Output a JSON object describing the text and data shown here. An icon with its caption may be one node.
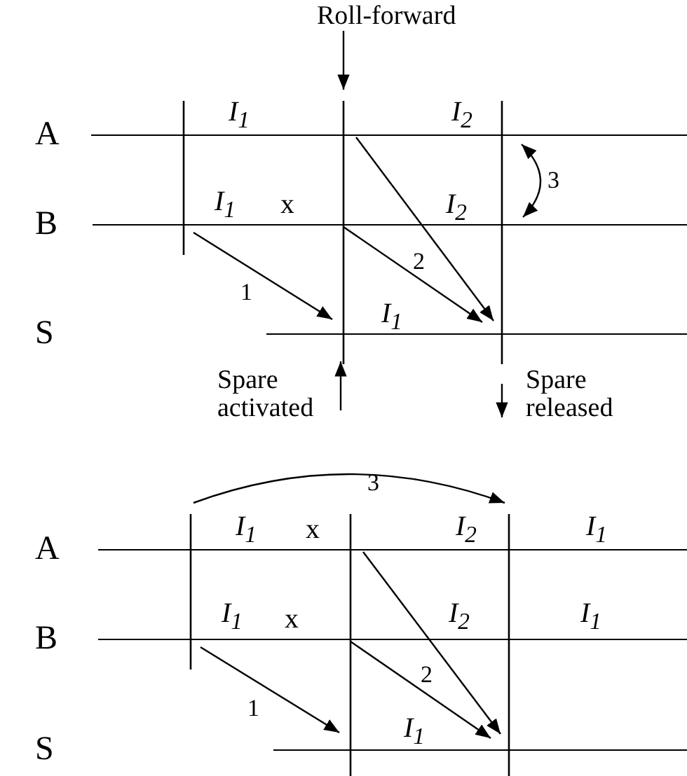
{
  "diagram": {
    "nodes": [
      {
        "text": [
          "Roll-forward"
        ]
      },
      {
        "text": [
          "A"
        ]
      },
      {
        "text": [
          "B"
        ]
      },
      {
        "text": [
          "S"
        ]
      },
      {
        "text": [
          "Spare activated"
        ]
      },
      {
        "text": [
          "Spare released"
        ]
      },
      {
        "text": [
          "A"
        ]
      },
      {
        "text": [
          "B"
        ]
      },
      {
        "text": [
          "S"
        ]
      }
    ],
    "edges": [
      {
        "from": 0,
        "to": 1,
        "arrow": "to"
      },
      {
        "from": 2,
        "to": 3,
        "label": "1",
        "arrow": "to"
      },
      {
        "from": 2,
        "to": 3,
        "label": "2",
        "arrow": "to"
      },
      {
        "from": 1,
        "to": 3,
        "arrow": "to"
      },
      {
        "from": 1,
        "to": 2,
        "label": "3",
        "arrow": "both"
      },
      {
        "from": 4,
        "to": 3,
        "arrow": "to"
      },
      {
        "from": null,
        "to": 5,
        "arrow": "to"
      },
      {
        "from": 6,
        "to": 6,
        "label": "3",
        "arrow": "to"
      },
      {
        "from": 7,
        "to": 8,
        "label": "1",
        "arrow": "to"
      },
      {
        "from": 7,
        "to": 8,
        "label": "2",
        "arrow": "to"
      },
      {
        "from": 6,
        "to": 8,
        "arrow": "to"
      }
    ],
    "labels": [
      "I$_{1}$",
      "I$_{2}$",
      "I$_{1}$",
      "x",
      "I$_{2}$",
      "I$_{1}$",
      "I$_{1}$",
      "x",
      "I$_{2}$",
      "I$_{1}$",
      "I$_{1}$",
      "x",
      "I$_{2}$",
      "I$_{1}$",
      "I$_{1}$"
    ]
  }
}
